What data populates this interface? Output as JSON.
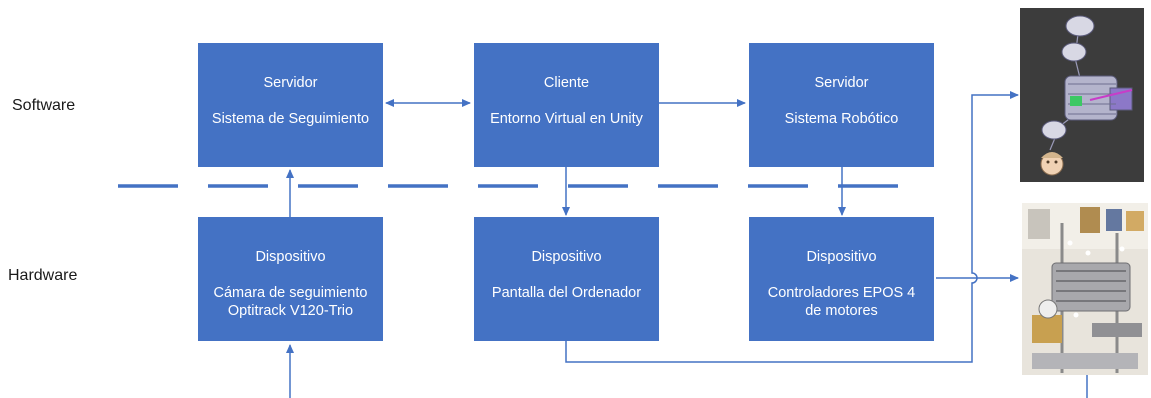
{
  "rows": {
    "software": "Software",
    "hardware": "Hardware"
  },
  "boxes": {
    "tracking_server": {
      "title": "Servidor",
      "subtitle": "Sistema de Seguimiento"
    },
    "unity_client": {
      "title": "Cliente",
      "subtitle": "Entorno Virtual en Unity"
    },
    "robot_server": {
      "title": "Servidor",
      "subtitle": "Sistema Robótico"
    },
    "tracking_camera": {
      "title": "Dispositivo",
      "subtitle": "Cámara de seguimiento\nOptitrack V120-Trio"
    },
    "computer_screen": {
      "title": "Dispositivo",
      "subtitle": "Pantalla del Ordenador"
    },
    "epos_controllers": {
      "title": "Dispositivo",
      "subtitle": "Controladores EPOS 4\nde motores"
    }
  },
  "colors": {
    "box": "#4472c4",
    "line": "#4472c4",
    "text_on_box": "#ffffff"
  },
  "images": {
    "robot_model": "3d-robot-model-render",
    "robot_photo": "physical-robot-photo"
  }
}
